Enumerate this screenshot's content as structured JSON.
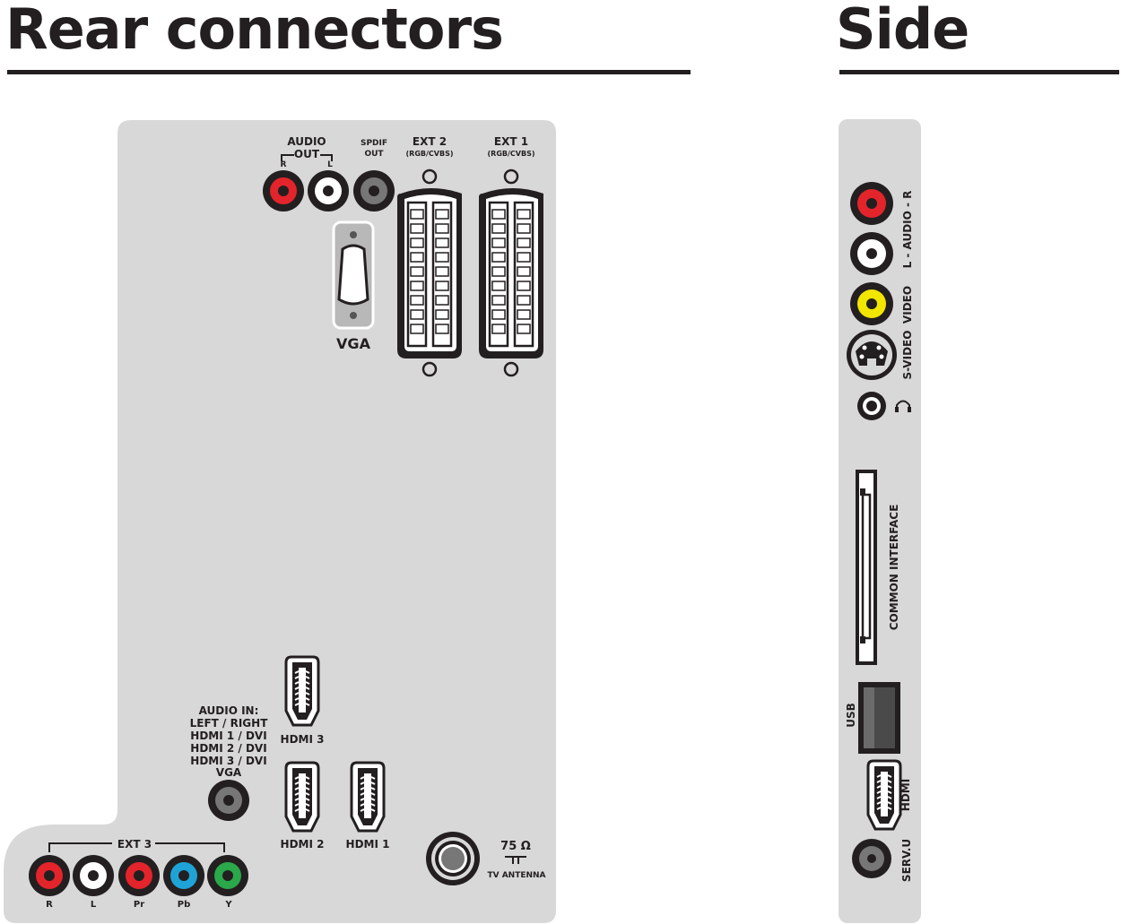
{
  "headings": {
    "rear": "Rear connectors",
    "side": "Side"
  },
  "rear": {
    "audio_out": {
      "title": "AUDIO",
      "sub": "OUT",
      "r": "R",
      "l": "L"
    },
    "spdif": {
      "line1": "SPDIF",
      "line2": "OUT"
    },
    "ext2": {
      "title": "EXT 2",
      "sub": "(RGB/CVBS)"
    },
    "ext1": {
      "title": "EXT 1",
      "sub": "(RGB/CVBS)"
    },
    "vga": "VGA",
    "audio_in": [
      "AUDIO IN:",
      "LEFT / RIGHT",
      "HDMI 1 / DVI",
      "HDMI 2 / DVI",
      "HDMI 3 / DVI",
      "VGA"
    ],
    "hdmi3": "HDMI 3",
    "hdmi2": "HDMI 2",
    "hdmi1": "HDMI 1",
    "antenna": {
      "ohm": "75 Ω",
      "label": "TV ANTENNA"
    },
    "ext3": {
      "title": "EXT 3",
      "jacks": [
        "R",
        "L",
        "Pr",
        "Pb",
        "Y"
      ]
    }
  },
  "side": {
    "audio": "L - AUDIO - R",
    "video": "VIDEO",
    "svideo": "S-VIDEO",
    "common_interface": "COMMON INTERFACE",
    "usb": "USB",
    "hdmi": "HDMI",
    "servu": "SERV.U"
  },
  "colors": {
    "panel": "#d8d8d8",
    "ink": "#231f20",
    "red": "#e3242b",
    "white": "#ffffff",
    "yellow": "#f2e600",
    "blue": "#1fa3d6",
    "green": "#2aa84a"
  }
}
